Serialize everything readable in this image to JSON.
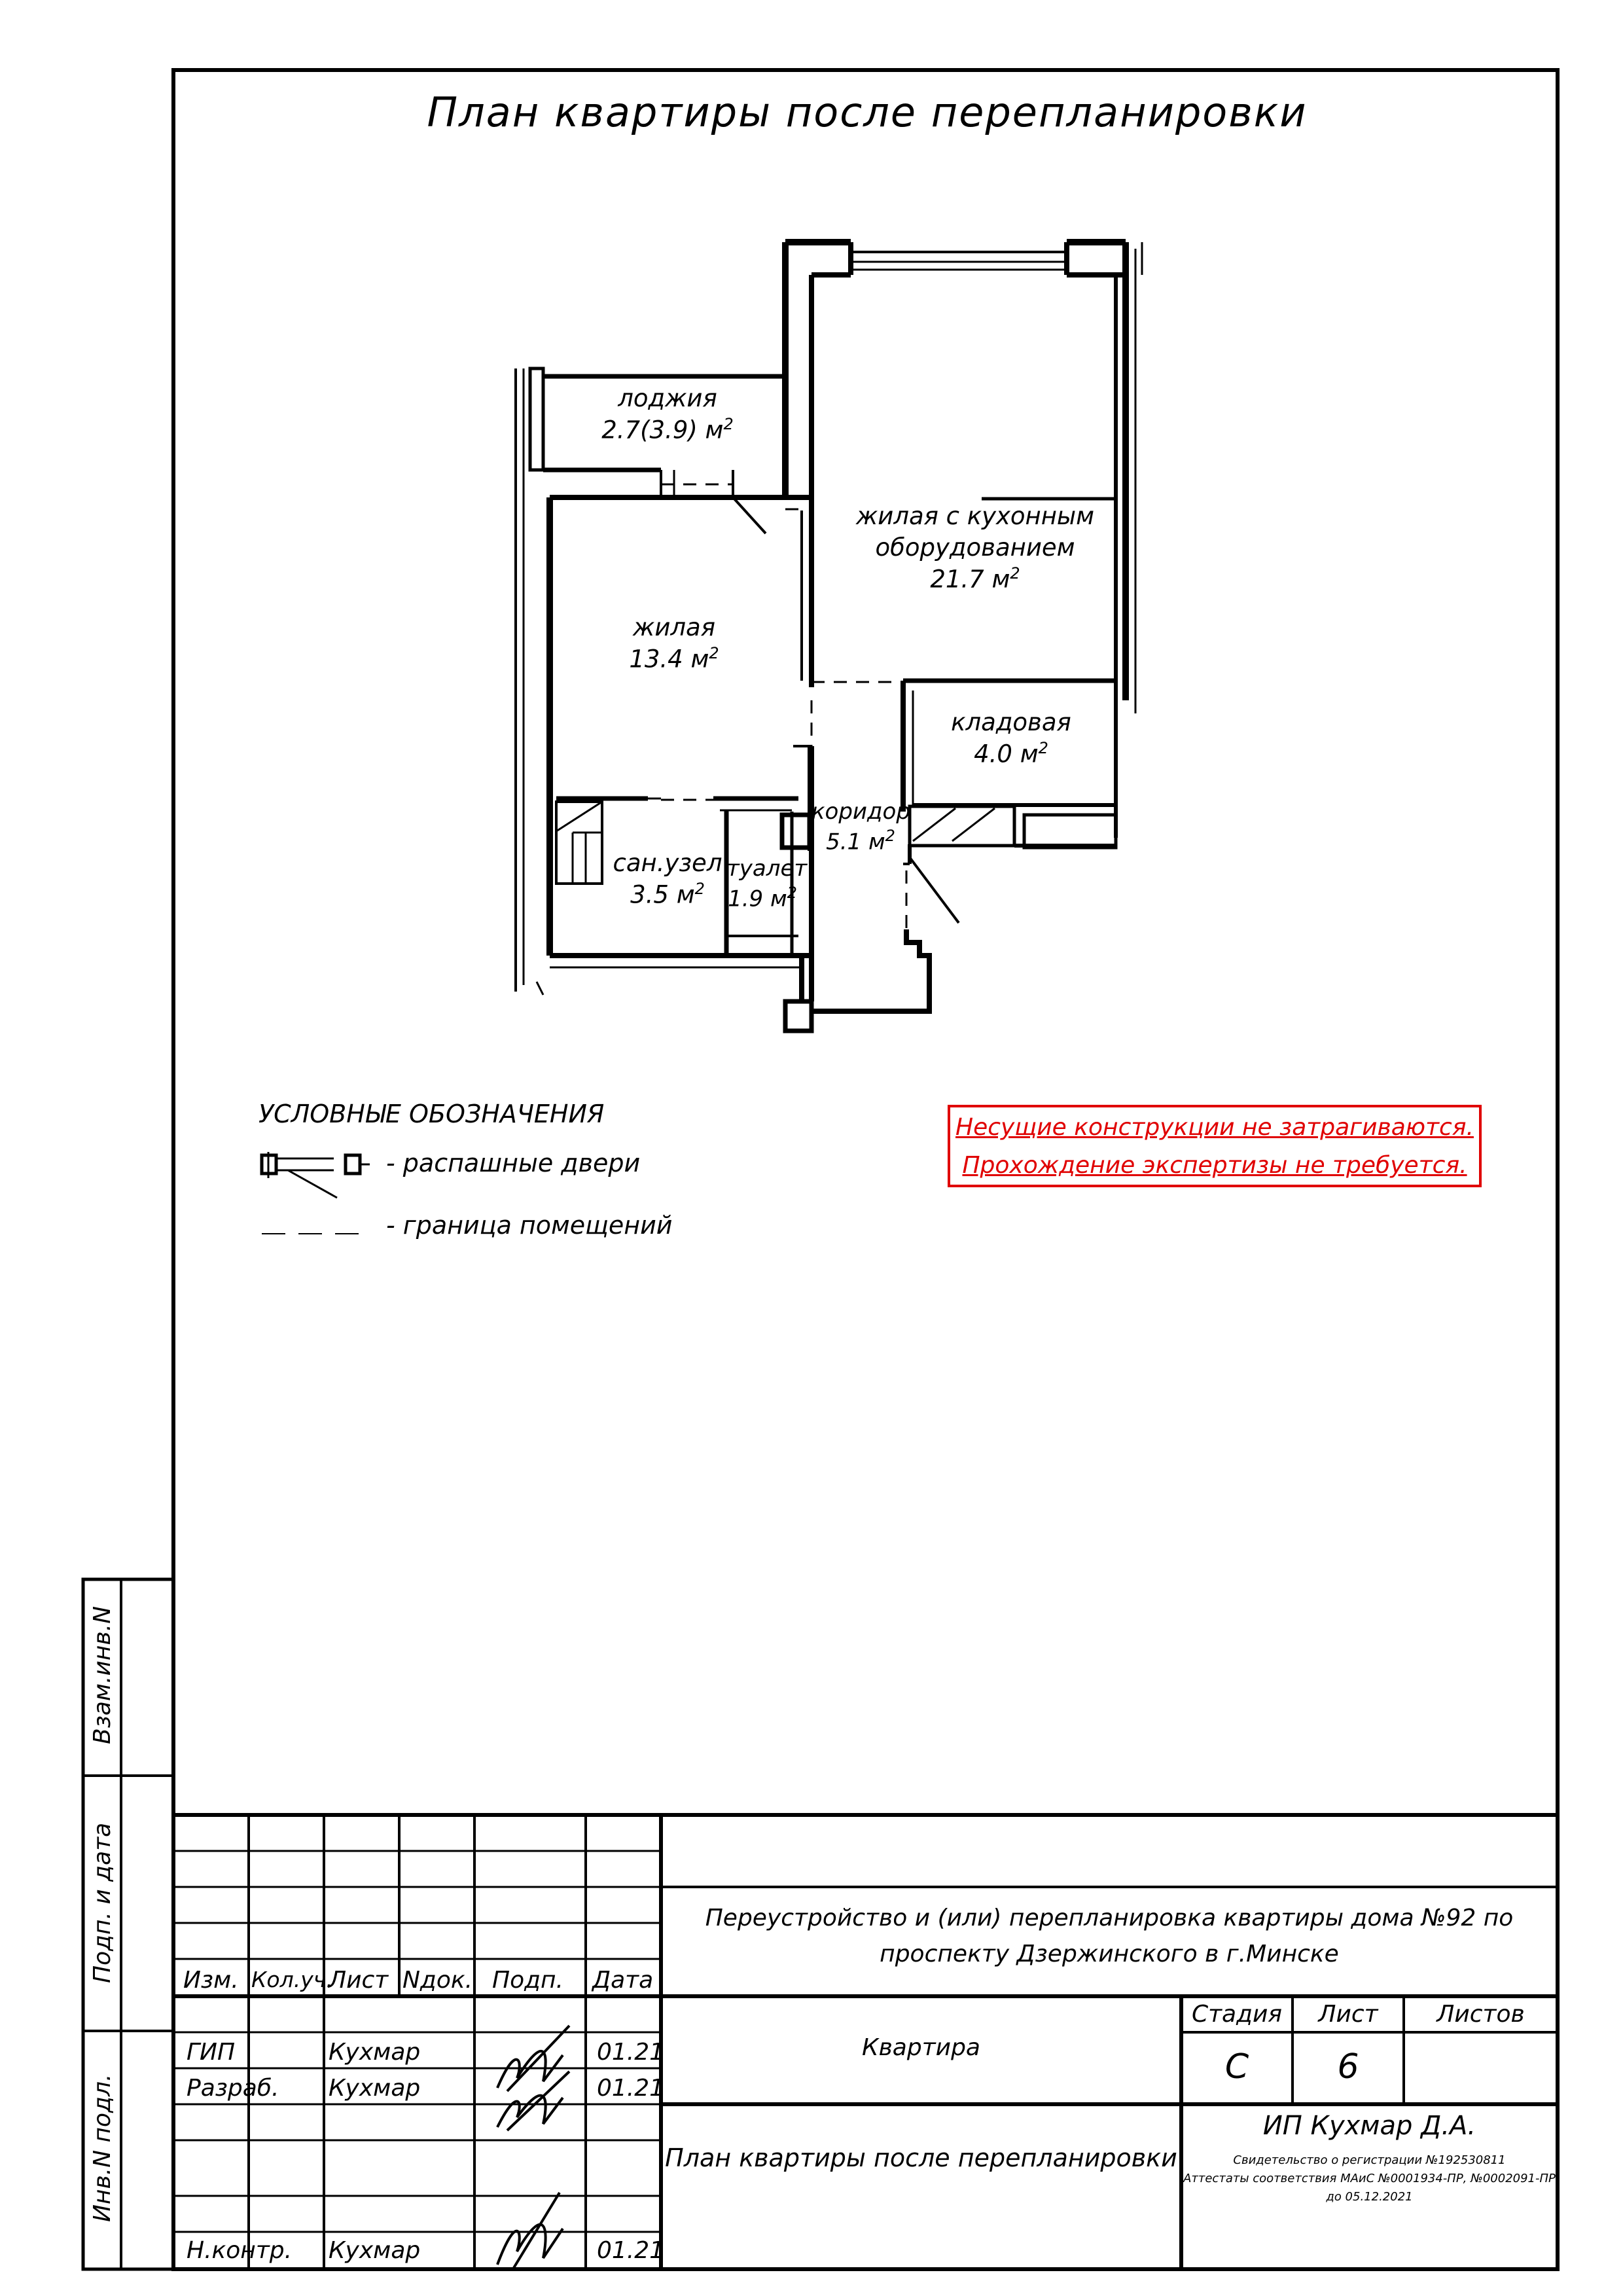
{
  "title": "План квартиры после перепланировки",
  "rooms": {
    "loggia": {
      "name": "лоджия",
      "area": "2.7(3.9) м",
      "sup": "2"
    },
    "living_kitchen": {
      "name1": "жилая с кухонным",
      "name2": "оборудованием",
      "area": "21.7 м",
      "sup": "2"
    },
    "living": {
      "name": "жилая",
      "area": "13.4 м",
      "sup": "2"
    },
    "storage": {
      "name": "кладовая",
      "area": "4.0 м",
      "sup": "2"
    },
    "corridor": {
      "name": "коридор",
      "area": "5.1 м",
      "sup": "2"
    },
    "bathroom": {
      "name": "сан.узел",
      "area": "3.5 м",
      "sup": "2"
    },
    "toilet": {
      "name": "туалет",
      "area": "1.9 м",
      "sup": "2"
    }
  },
  "legend": {
    "title": "УСЛОВНЫЕ ОБОЗНАЧЕНИЯ",
    "doors": "- распашные двери",
    "boundary": "- граница помещений"
  },
  "note": {
    "line1": "Несущие конструкции не затрагиваются.",
    "line2": "Прохождение экспертизы не требуется."
  },
  "note_color": "#e00000",
  "stamp": {
    "header": {
      "izm": "Изм.",
      "kol": "Кол.уч.",
      "list": "Лист",
      "ndok": "Nдок.",
      "podp": "Подп.",
      "data": "Дата"
    },
    "rows": [
      {
        "role": "ГИП",
        "name": "Кухмар",
        "date": "01.21"
      },
      {
        "role": "Разраб.",
        "name": "Кухмар",
        "date": "01.21"
      },
      {
        "role": "Н.контр.",
        "name": "Кухмар",
        "date": "01.21"
      }
    ],
    "project_line1": "Переустройство и (или) перепланировка квартиры  дома №92 по",
    "project_line2": "проспекту Дзержинского в г.Минске",
    "object": "Квартира",
    "drawing": "План квартиры после перепланировки",
    "stage_label": "Стадия",
    "sheet_label": "Лист",
    "sheets_label": "Листов",
    "stage": "С",
    "sheet": "6",
    "sheets": "",
    "company": "ИП Кухмар Д.А.",
    "cert1": "Свидетельство о регистрации №192530811",
    "cert2": "Аттестаты соответствия МАиС №0001934-ПР, №0002091-ПР",
    "cert3": "до 05.12.2021"
  },
  "side": {
    "vzam": "Взам.инв.N",
    "podp": "Подп. и дата",
    "inv": "Инв.N подл."
  }
}
